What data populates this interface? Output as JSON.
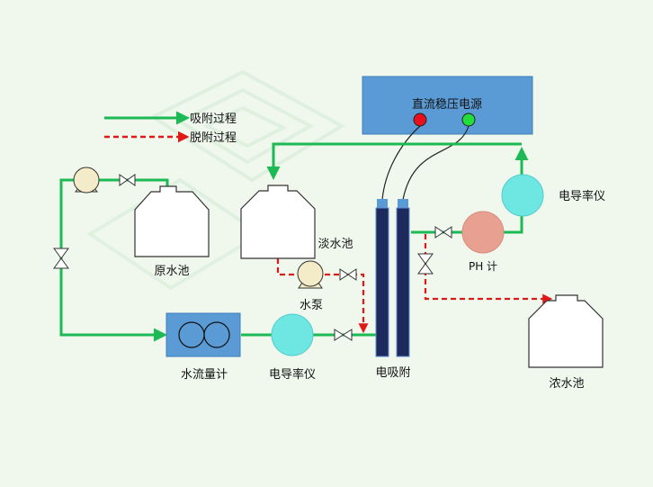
{
  "legend": {
    "adsorption": "吸附过程",
    "desorption": "脱附过程"
  },
  "labels": {
    "power_supply": "直流稳压电源",
    "raw_tank": "原水池",
    "fresh_tank": "淡水池",
    "pump": "水泵",
    "flowmeter": "水流量计",
    "conductivity_meter_bottom": "电导率仪",
    "conductivity_meter_right": "电导率仪",
    "electrosorption": "电吸附",
    "ph_meter": "PH 计",
    "concentrate_tank": "浓水池"
  },
  "colors": {
    "background": "#f0f8ee",
    "adsorption_line": "#1db954",
    "desorption_line": "#e01818",
    "power_box": "#5b9bd5",
    "electrode": "#1f2a5c",
    "electrode_cap": "#5b9bd5",
    "conductivity": "#6ee6e2",
    "ph_meter": "#e8a090",
    "pump": "#f4ecc8",
    "flowmeter": "#5b9bd5",
    "led_red": "#e8101c",
    "led_green": "#22dd3a"
  }
}
